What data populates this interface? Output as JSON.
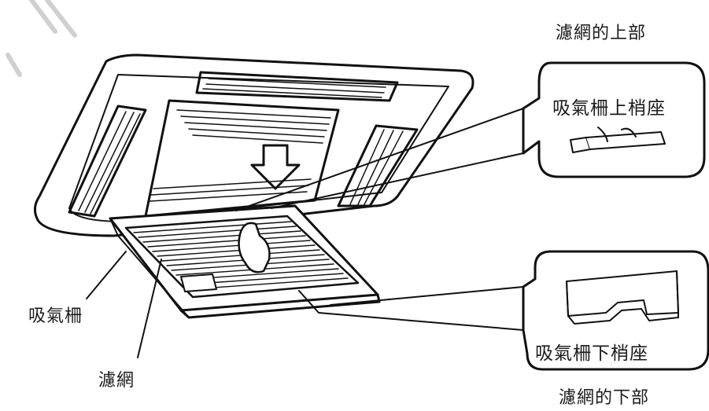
{
  "labels": {
    "filter_upper_part": "濾網的上部",
    "grille_upper_seat": "吸氣柵上梢座",
    "grille": "吸氣柵",
    "filter": "濾網",
    "grille_lower_seat": "吸氣柵下梢座",
    "filter_lower_part": "濾網的下部"
  },
  "colors": {
    "line": "#111111",
    "fill": "#ffffff",
    "text": "#1a1a1a"
  }
}
